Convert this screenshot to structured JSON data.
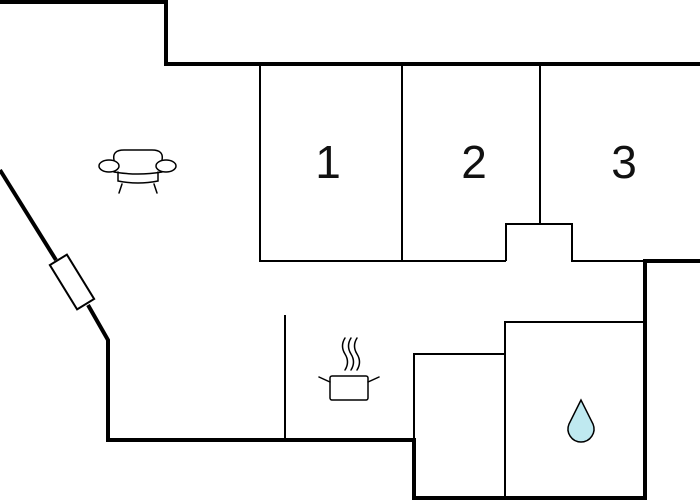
{
  "floorplan": {
    "rooms": [
      {
        "id": "bedroom-1",
        "label": "1"
      },
      {
        "id": "bedroom-2",
        "label": "2"
      },
      {
        "id": "bedroom-3",
        "label": "3"
      }
    ],
    "icons": {
      "living": "sofa-icon",
      "kitchen": "cooking-pot-icon",
      "bathroom": "water-drop-icon",
      "entrance": "door-icon"
    },
    "colors": {
      "wall": "#000000",
      "partition": "#000000",
      "background": "#ffffff",
      "water": "#bfe9f0"
    }
  }
}
